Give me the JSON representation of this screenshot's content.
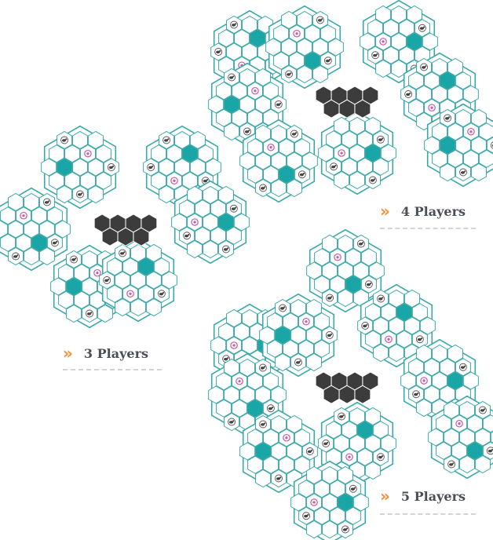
{
  "colors": {
    "outline": "#3aa8a8",
    "cell_stroke": "#c9c9c9",
    "teal_fill": "#1aa6a6",
    "dark_fill": "#3c3c3c",
    "pink": "#c25aa8",
    "accent": "#f0913a",
    "text": "#4a4f57"
  },
  "icons": [
    "cog-icon",
    "sheep-icon",
    "chevron-icon"
  ],
  "layouts": [
    {
      "chevron": "»",
      "label": "3 Players"
    },
    {
      "chevron": "»",
      "label": "4 Players"
    },
    {
      "chevron": "»",
      "label": "5 Players"
    }
  ]
}
